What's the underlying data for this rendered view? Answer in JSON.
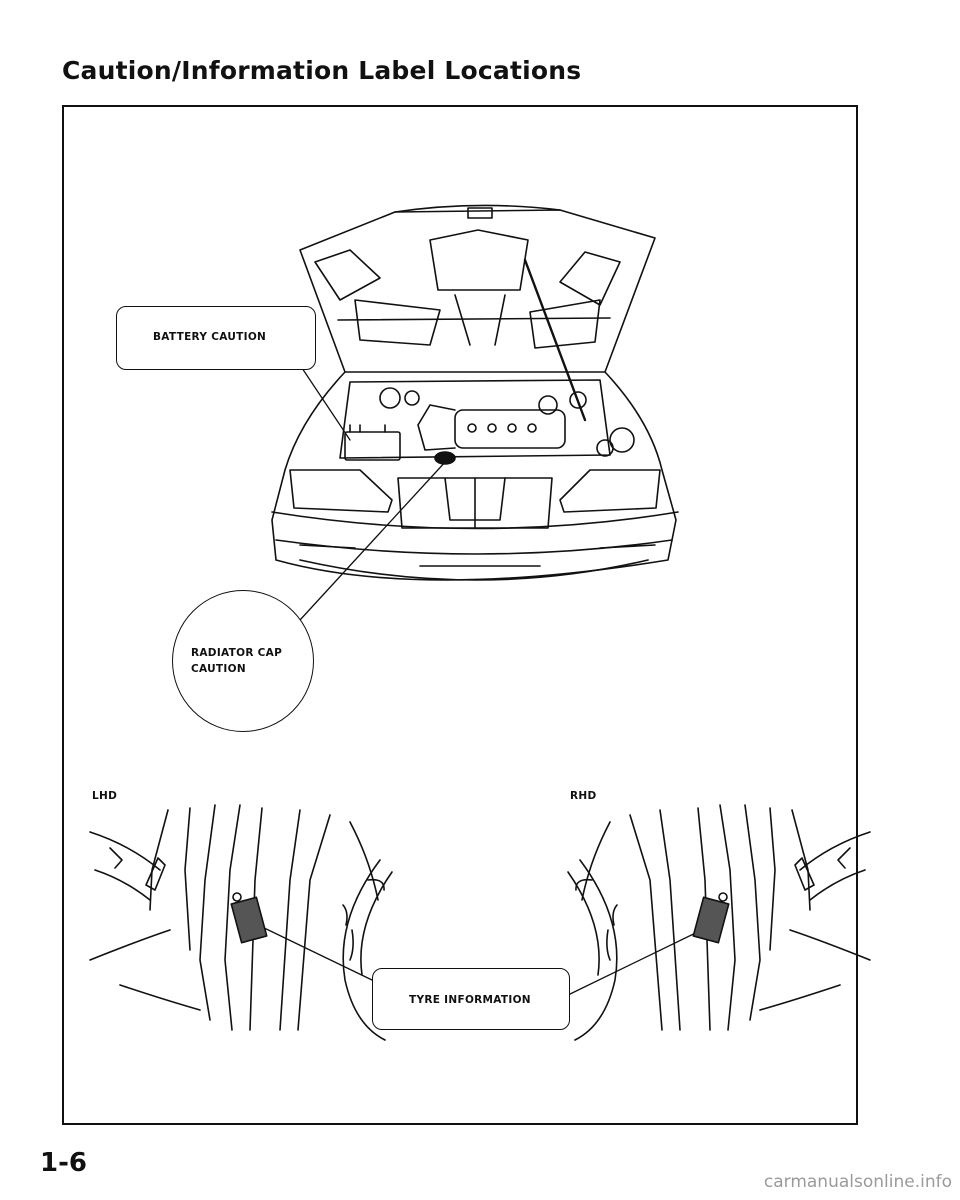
{
  "page": {
    "title": "Caution/Information Label Locations",
    "page_number": "1-6",
    "watermark": "carmanualsonline.info"
  },
  "labels": {
    "battery": "BATTERY CAUTION",
    "radiator_line1": "RADIATOR CAP",
    "radiator_line2": "CAUTION",
    "lhd": "LHD",
    "rhd": "RHD",
    "tyre": "TYRE INFORMATION"
  }
}
